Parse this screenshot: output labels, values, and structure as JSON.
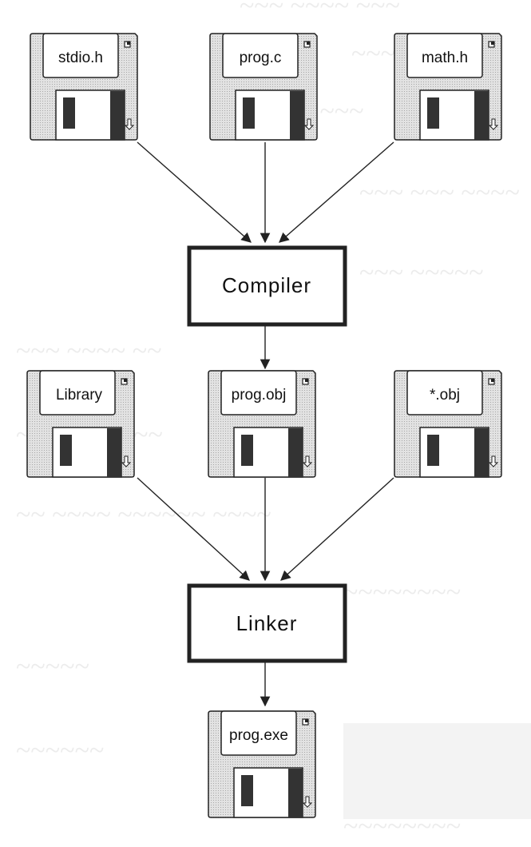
{
  "disks": {
    "stdio": "stdio.h",
    "prog_c": "prog.c",
    "math": "math.h",
    "library": "Library",
    "prog_obj": "prog.obj",
    "star_obj": "*.obj",
    "prog_exe": "prog.exe"
  },
  "boxes": {
    "compiler": "Compiler",
    "linker": "Linker"
  },
  "colors": {
    "disk_body": "#d8d8d8",
    "outline": "#222222",
    "shutter_dark": "#333333",
    "background": "#ffffff"
  }
}
